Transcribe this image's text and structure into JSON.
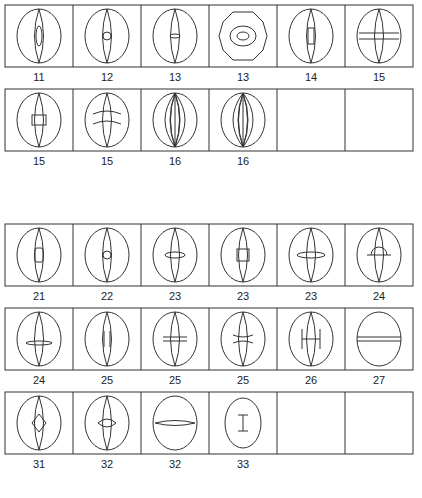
{
  "diagram": {
    "labels": [
      "11",
      "12",
      "13",
      "13",
      "14",
      "15",
      "15",
      "15",
      "16",
      "16",
      "21",
      "22",
      "23",
      "23",
      "23",
      "24",
      "24",
      "25",
      "25",
      "25",
      "26",
      "27",
      "31",
      "32",
      "32",
      "33"
    ]
  }
}
